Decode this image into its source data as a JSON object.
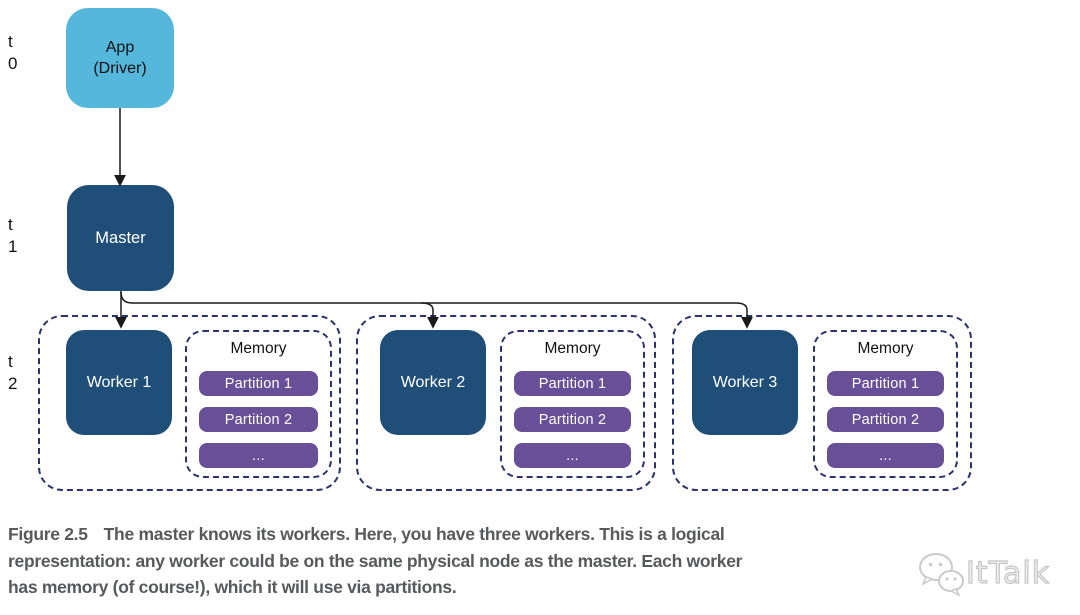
{
  "diagram": {
    "timeline_labels": [
      {
        "symbol": "t",
        "index": "0"
      },
      {
        "symbol": "t",
        "index": "1"
      },
      {
        "symbol": "t",
        "index": "2"
      }
    ],
    "app_node": {
      "line1": "App",
      "line2": "(Driver)"
    },
    "master_node": {
      "label": "Master"
    },
    "workers": [
      {
        "label": "Worker 1",
        "memory_title": "Memory",
        "partitions": [
          "Partition 1",
          "Partition 2",
          "..."
        ]
      },
      {
        "label": "Worker 2",
        "memory_title": "Memory",
        "partitions": [
          "Partition 1",
          "Partition 2",
          "..."
        ]
      },
      {
        "label": "Worker 3",
        "memory_title": "Memory",
        "partitions": [
          "Partition 1",
          "Partition 2",
          "..."
        ]
      }
    ]
  },
  "caption": {
    "figure_label": "Figure 2.5",
    "lines": [
      "The master knows its workers. Here, you have three workers. This is a logical",
      "representation: any worker could be on the same physical node as the master. Each worker",
      "has memory (of course!), which it will use via partitions."
    ]
  },
  "watermark": {
    "text": "ItTalk",
    "icon": "chat-bubbles-icon"
  },
  "colors": {
    "app_fill": "#55B7DC",
    "node_fill": "#1F4E79",
    "partition_fill": "#684F98",
    "dashed_border": "#2B3270",
    "caption_text": "#58595B",
    "arrow": "#1A1A1A"
  }
}
